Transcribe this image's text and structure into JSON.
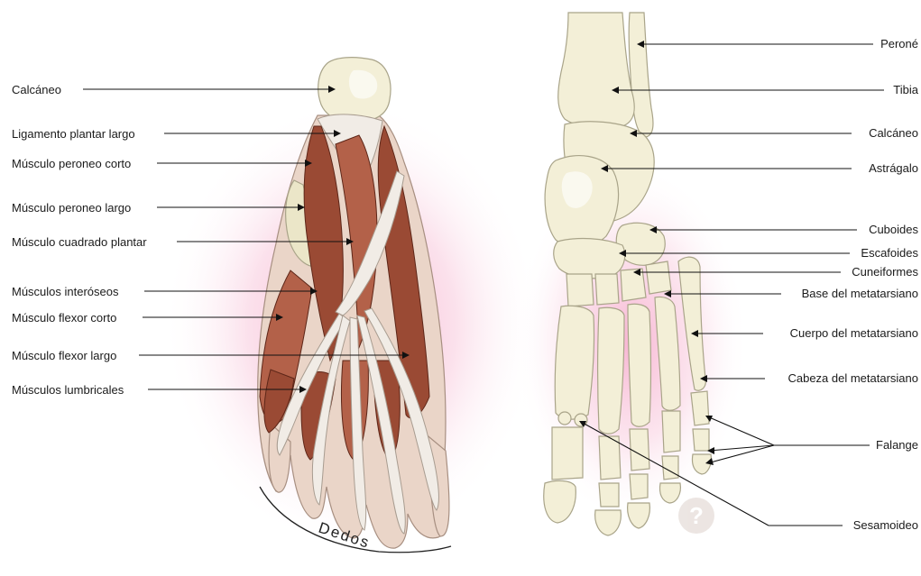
{
  "left_labels": [
    "Calcáneo",
    "Ligamento plantar largo",
    "Músculo peroneo corto",
    "Músculo peroneo largo",
    "Músculo cuadrado plantar",
    "Músculos interóseos",
    "Músculo flexor corto",
    "Músculo flexor largo",
    "Músculos lumbricales"
  ],
  "toes_label": "Dedos",
  "right_labels": [
    "Peroné",
    "Tibia",
    "Calcáneo",
    "Astrágalo",
    "Cuboides",
    "Escafoides",
    "Cuneiformes",
    "Base del metatarsiano",
    "Cuerpo del metatarsiano",
    "Cabeza del metatarsiano",
    "Falange",
    "Sesamoideo"
  ],
  "colors": {
    "bone": "#f3efd7",
    "muscle": "#9a4a34",
    "tendon": "#f1ece6",
    "skin": "#ead5c8",
    "glow": "#f4a9c8"
  },
  "logo_icon": "question-mark-logo-icon"
}
